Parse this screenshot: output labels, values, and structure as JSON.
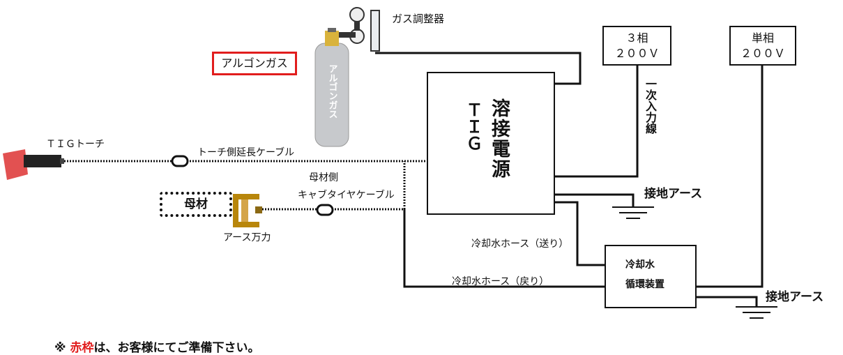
{
  "gas": {
    "cylinder_label": "アルゴンガス",
    "regulator_label": "ガス調整器",
    "cylinder_text": "アルゴンガス"
  },
  "torch": {
    "label": "ＴＩＧトーチ",
    "extension_label": "トーチ側延長ケーブル"
  },
  "work": {
    "base_label": "母材",
    "clamp_label": "アース万力",
    "cable_label_1": "母材側",
    "cable_label_2": "キャブタイヤケーブル"
  },
  "power_source": {
    "tig": "ＴＩＧ",
    "name": "溶接電源"
  },
  "supply_3phase": {
    "line1": "３相",
    "line2": "２００Ｖ"
  },
  "supply_single": {
    "line1": "単相",
    "line2": "２００Ｖ"
  },
  "primary_input_label": "一次入力線",
  "ground_label_1": "接地アース",
  "ground_label_2": "接地アース",
  "cooler": {
    "line1": "冷却水",
    "line2": "循環装置",
    "hose_send": "冷却水ホース（送り）",
    "hose_return": "冷却水ホース（戻り）"
  },
  "note": {
    "prefix": "※ ",
    "highlight": "赤枠",
    "suffix": "は、お客様にてご準備下さい。"
  },
  "colors": {
    "accent_red": "#e11d1d",
    "line": "#111111",
    "cylinder": "#c7c9cc",
    "clamp": "#b8860b"
  }
}
